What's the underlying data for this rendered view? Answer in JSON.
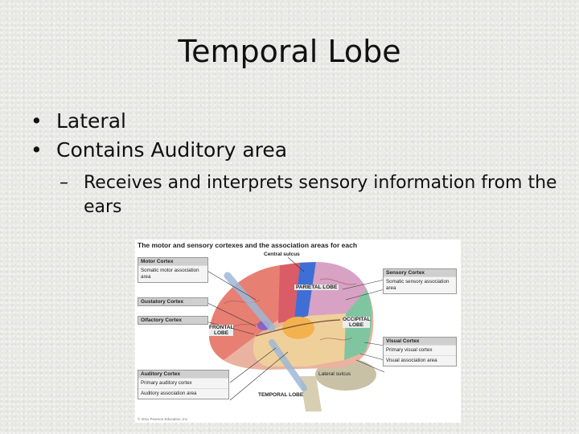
{
  "slide": {
    "title": "Temporal Lobe",
    "bullets": [
      "Lateral",
      "Contains Auditory area"
    ],
    "sub_bullet_dash": "–",
    "sub_bullet": "Receives and interprets sensory information from the ears"
  },
  "figure": {
    "caption": "The motor and sensory cortexes and the association areas for each",
    "central_sulcus": "Central sulcus",
    "parietal_lobe": "PARIETAL LOBE",
    "frontal_lobe": "FRONTAL LOBE",
    "occipital_lobe": "OCCIPITAL LOBE",
    "temporal_lobe": "TEMPORAL LOBE",
    "lateral_sulcus": "Lateral sulcus",
    "motor_cortex": {
      "header": "Motor Cortex",
      "rows": [
        "Somatic motor association area"
      ]
    },
    "gustatory_cortex": {
      "header": "Gustatory Cortex"
    },
    "olfactory_cortex": {
      "header": "Olfactory Cortex"
    },
    "auditory_cortex": {
      "header": "Auditory Cortex",
      "rows": [
        "Primary auditory cortex",
        "Auditory association area"
      ]
    },
    "sensory_cortex": {
      "header": "Sensory Cortex",
      "rows": [
        "Somatic sensory association area"
      ]
    },
    "visual_cortex": {
      "header": "Visual Cortex",
      "rows": [
        "Primary visual cortex",
        "Visual association area"
      ]
    },
    "copyright": "© 2011 Pearson Education, Inc."
  }
}
